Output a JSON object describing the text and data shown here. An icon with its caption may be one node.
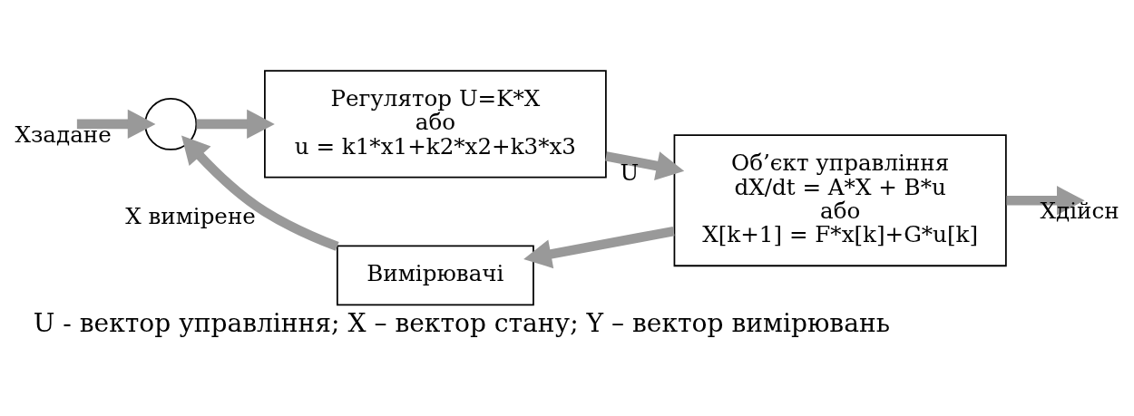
{
  "diagram": {
    "caption": "U - вектор управління; X – вектор стану; Y – вектор вимірювань",
    "nodes": [
      {
        "text": [],
        "shape": "circle"
      },
      {
        "text": [
          "Регулятор U=K*X",
          "або",
          "u = k1*x1+k2*x2+k3*x3"
        ]
      },
      {
        "text": [
          "Об’єкт управління",
          "dX/dt = A*X + B*u",
          "або",
          "X[k+1] = F*x[k]+G*u[k]"
        ]
      },
      {
        "text": [
          "Вимірювачі"
        ]
      }
    ],
    "edges": [
      {
        "from": null,
        "to": 0,
        "arrow": "to",
        "label": "Xзадане"
      },
      {
        "from": 0,
        "to": 1,
        "arrow": "to"
      },
      {
        "from": 1,
        "to": 2,
        "arrow": "to",
        "label": "U"
      },
      {
        "from": 2,
        "to": null,
        "arrow": "to",
        "label": "Xдійсн"
      },
      {
        "from": 2,
        "to": 3,
        "arrow": "to"
      },
      {
        "from": 3,
        "to": 0,
        "arrow": "to",
        "label": "X вимірене"
      }
    ]
  }
}
